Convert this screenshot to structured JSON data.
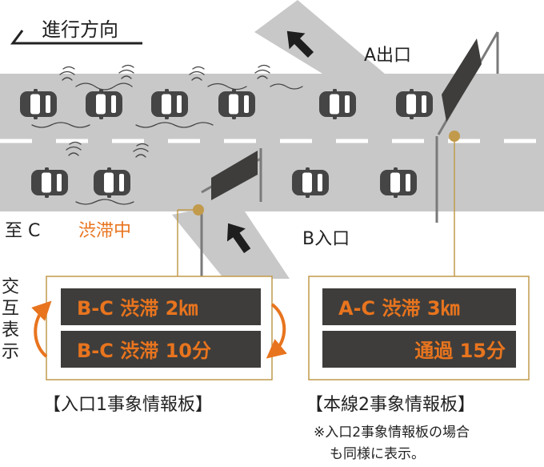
{
  "direction_label": "進行方向",
  "exit_a_label": "A出口",
  "entrance_b_label": "B入口",
  "to_c_label": "至 C",
  "congestion_label": "渋滞中",
  "alternate_label": [
    "交",
    "互",
    "表",
    "示"
  ],
  "board_entrance": {
    "line1": "B-C 渋滞 2㎞",
    "line2": "B-C 渋滞 10分",
    "caption": "【入口1事象情報板】"
  },
  "board_mainline": {
    "line1": "A-C 渋滞 3㎞",
    "line2": "通過 15分",
    "caption": "【本線2事象情報板】"
  },
  "note_lines": [
    "※入口2事象情報板の場合",
    "も同様に表示。"
  ],
  "colors": {
    "road": "#c8c8c8",
    "lane_mark": "#ffffff",
    "car_body": "#454545",
    "board_bg": "#3e3d3b",
    "board_text": "#e8741e",
    "accent": "#e8741e",
    "frame": "#c19a4b",
    "text": "#222222",
    "pole": "#7a7a7a"
  }
}
